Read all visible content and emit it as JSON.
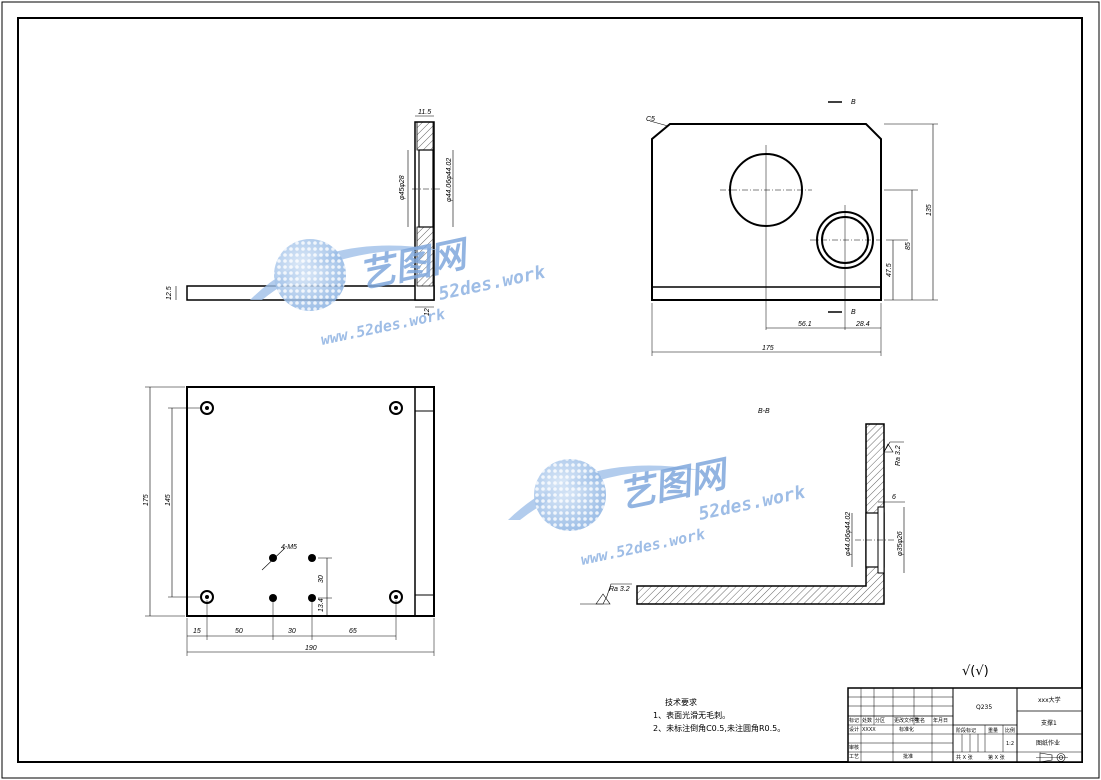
{
  "side_view": {
    "dims": [
      "11.5",
      "φ45φ28",
      "φ44.06φ44.02",
      "12.5",
      "12"
    ]
  },
  "front_view": {
    "chamfer": "C5",
    "section_mark": "B",
    "dims": [
      "56.1",
      "28.4",
      "175",
      "47.5",
      "85",
      "135"
    ]
  },
  "top_view": {
    "hole_label": "4-M5",
    "dims": [
      "175",
      "145",
      "30",
      "13.4",
      "15",
      "50",
      "30",
      "65",
      "190"
    ]
  },
  "section_view": {
    "title": "B-B",
    "roughness_1": "Ra 3.2",
    "roughness_2": "Ra 3.2",
    "dims": [
      "6",
      "φ44.06φ44.02",
      "φ35φ26"
    ]
  },
  "roughness_symbol": "√(√)",
  "tech_requirements": {
    "title": "技术要求",
    "line1": "1、表面光滑无毛刺。",
    "line2": "2、未标注倒角C0.5,未注圆角R0.5。"
  },
  "title_block": {
    "material": "Q235",
    "school": "xxx大学",
    "part_name": "支撑1",
    "drawing_no": "图纸作业",
    "scale": "1:2",
    "row_labels": [
      "标记",
      "处数",
      "分区",
      "更改文件号",
      "签名",
      "年月日"
    ],
    "row2": [
      "设计",
      "XXXX",
      "标准化"
    ],
    "stage_labels": [
      "阶段标记",
      "重量",
      "比例"
    ],
    "row_check": "审核",
    "row_process": "工艺",
    "approve": "批准",
    "sheet_total": "共 X 张",
    "sheet_no": "第 X 张"
  },
  "watermark": {
    "brand": "艺图网",
    "latin": "52des.work",
    "url": "www.52des.work"
  }
}
